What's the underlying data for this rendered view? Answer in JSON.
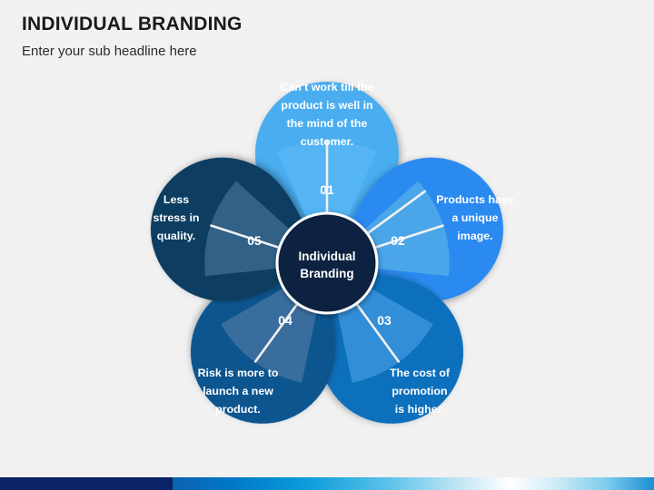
{
  "header": {
    "title": "INDIVIDUAL BRANDING",
    "subtitle": "Enter your sub headline here"
  },
  "center": {
    "line1": "Individual",
    "line2": "Branding"
  },
  "petals": [
    {
      "number": "01",
      "lines": [
        "Can’t work till the",
        "product is well in",
        "the mind of the",
        "customer."
      ],
      "outer_color": "#4aadf0",
      "inner_color": "#55b4f2"
    },
    {
      "number": "02",
      "lines": [
        "Products have",
        "a unique",
        "image."
      ],
      "outer_color": "#2b8af0",
      "inner_color": "#4da8e8"
    },
    {
      "number": "03",
      "lines": [
        "The cost of",
        "promotion",
        "is higher."
      ],
      "outer_color": "#0a6fbc",
      "inner_color": "#3590d8"
    },
    {
      "number": "04",
      "lines": [
        "Risk is more to",
        "launch a new",
        "product."
      ],
      "outer_color": "#0f548f",
      "inner_color": "#3a6e9e"
    },
    {
      "number": "05",
      "lines": [
        "Less",
        "stress in",
        "quality."
      ],
      "outer_color": "#0d3c61",
      "inner_color": "#336387"
    }
  ],
  "colors": {
    "background": "#f1f1f1",
    "center_fill": "#0c2340",
    "center_stroke": "#ffffff",
    "bar_navy": "#0b2265",
    "text_dark": "#1a1a1a"
  },
  "bottom_bar": {
    "navy_label": "navy-segment",
    "gradient_label": "gradient-segment"
  }
}
